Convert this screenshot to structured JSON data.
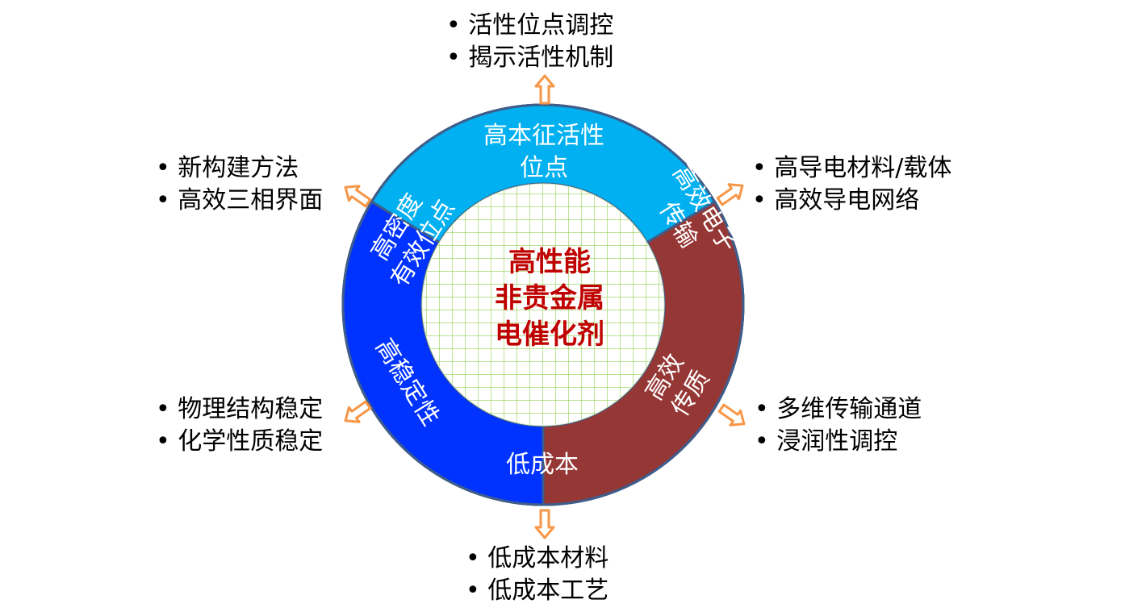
{
  "center": {
    "lines": [
      "高性能",
      "非贵金属",
      "电催化剂"
    ],
    "color": "#c00000"
  },
  "segments": [
    {
      "id": "top",
      "lines": [
        "高本征活性",
        "位点"
      ],
      "color": "#00b050"
    },
    {
      "id": "upper-right",
      "lines": [
        "高效电子",
        "传输"
      ],
      "color": "#f79646"
    },
    {
      "id": "lower-right",
      "lines": [
        "高效",
        "传质"
      ],
      "color": "#d63fb3"
    },
    {
      "id": "bottom",
      "lines": [
        "低成本"
      ],
      "color": "#00b0f0"
    },
    {
      "id": "lower-left",
      "lines": [
        "高稳定性"
      ],
      "color": "#953735"
    },
    {
      "id": "upper-left",
      "lines": [
        "高密度",
        "有效位点"
      ],
      "color": "#0033ff"
    }
  ],
  "bullets": {
    "top": [
      "活性位点调控",
      "揭示活性机制"
    ],
    "upper_right": [
      "高导电材料/载体",
      "高效导电网络"
    ],
    "lower_right": [
      "多维传输通道",
      "浸润性调控"
    ],
    "bottom": [
      "低成本材料",
      "低成本工艺"
    ],
    "lower_left": [
      "物理结构稳定",
      "化学性质稳定"
    ],
    "upper_left": [
      "新构建方法",
      "高效三相界面"
    ]
  },
  "colors": {
    "ring_border": "#3f5d8a",
    "grid_line": "#92d050",
    "arrow": "#f79646"
  }
}
